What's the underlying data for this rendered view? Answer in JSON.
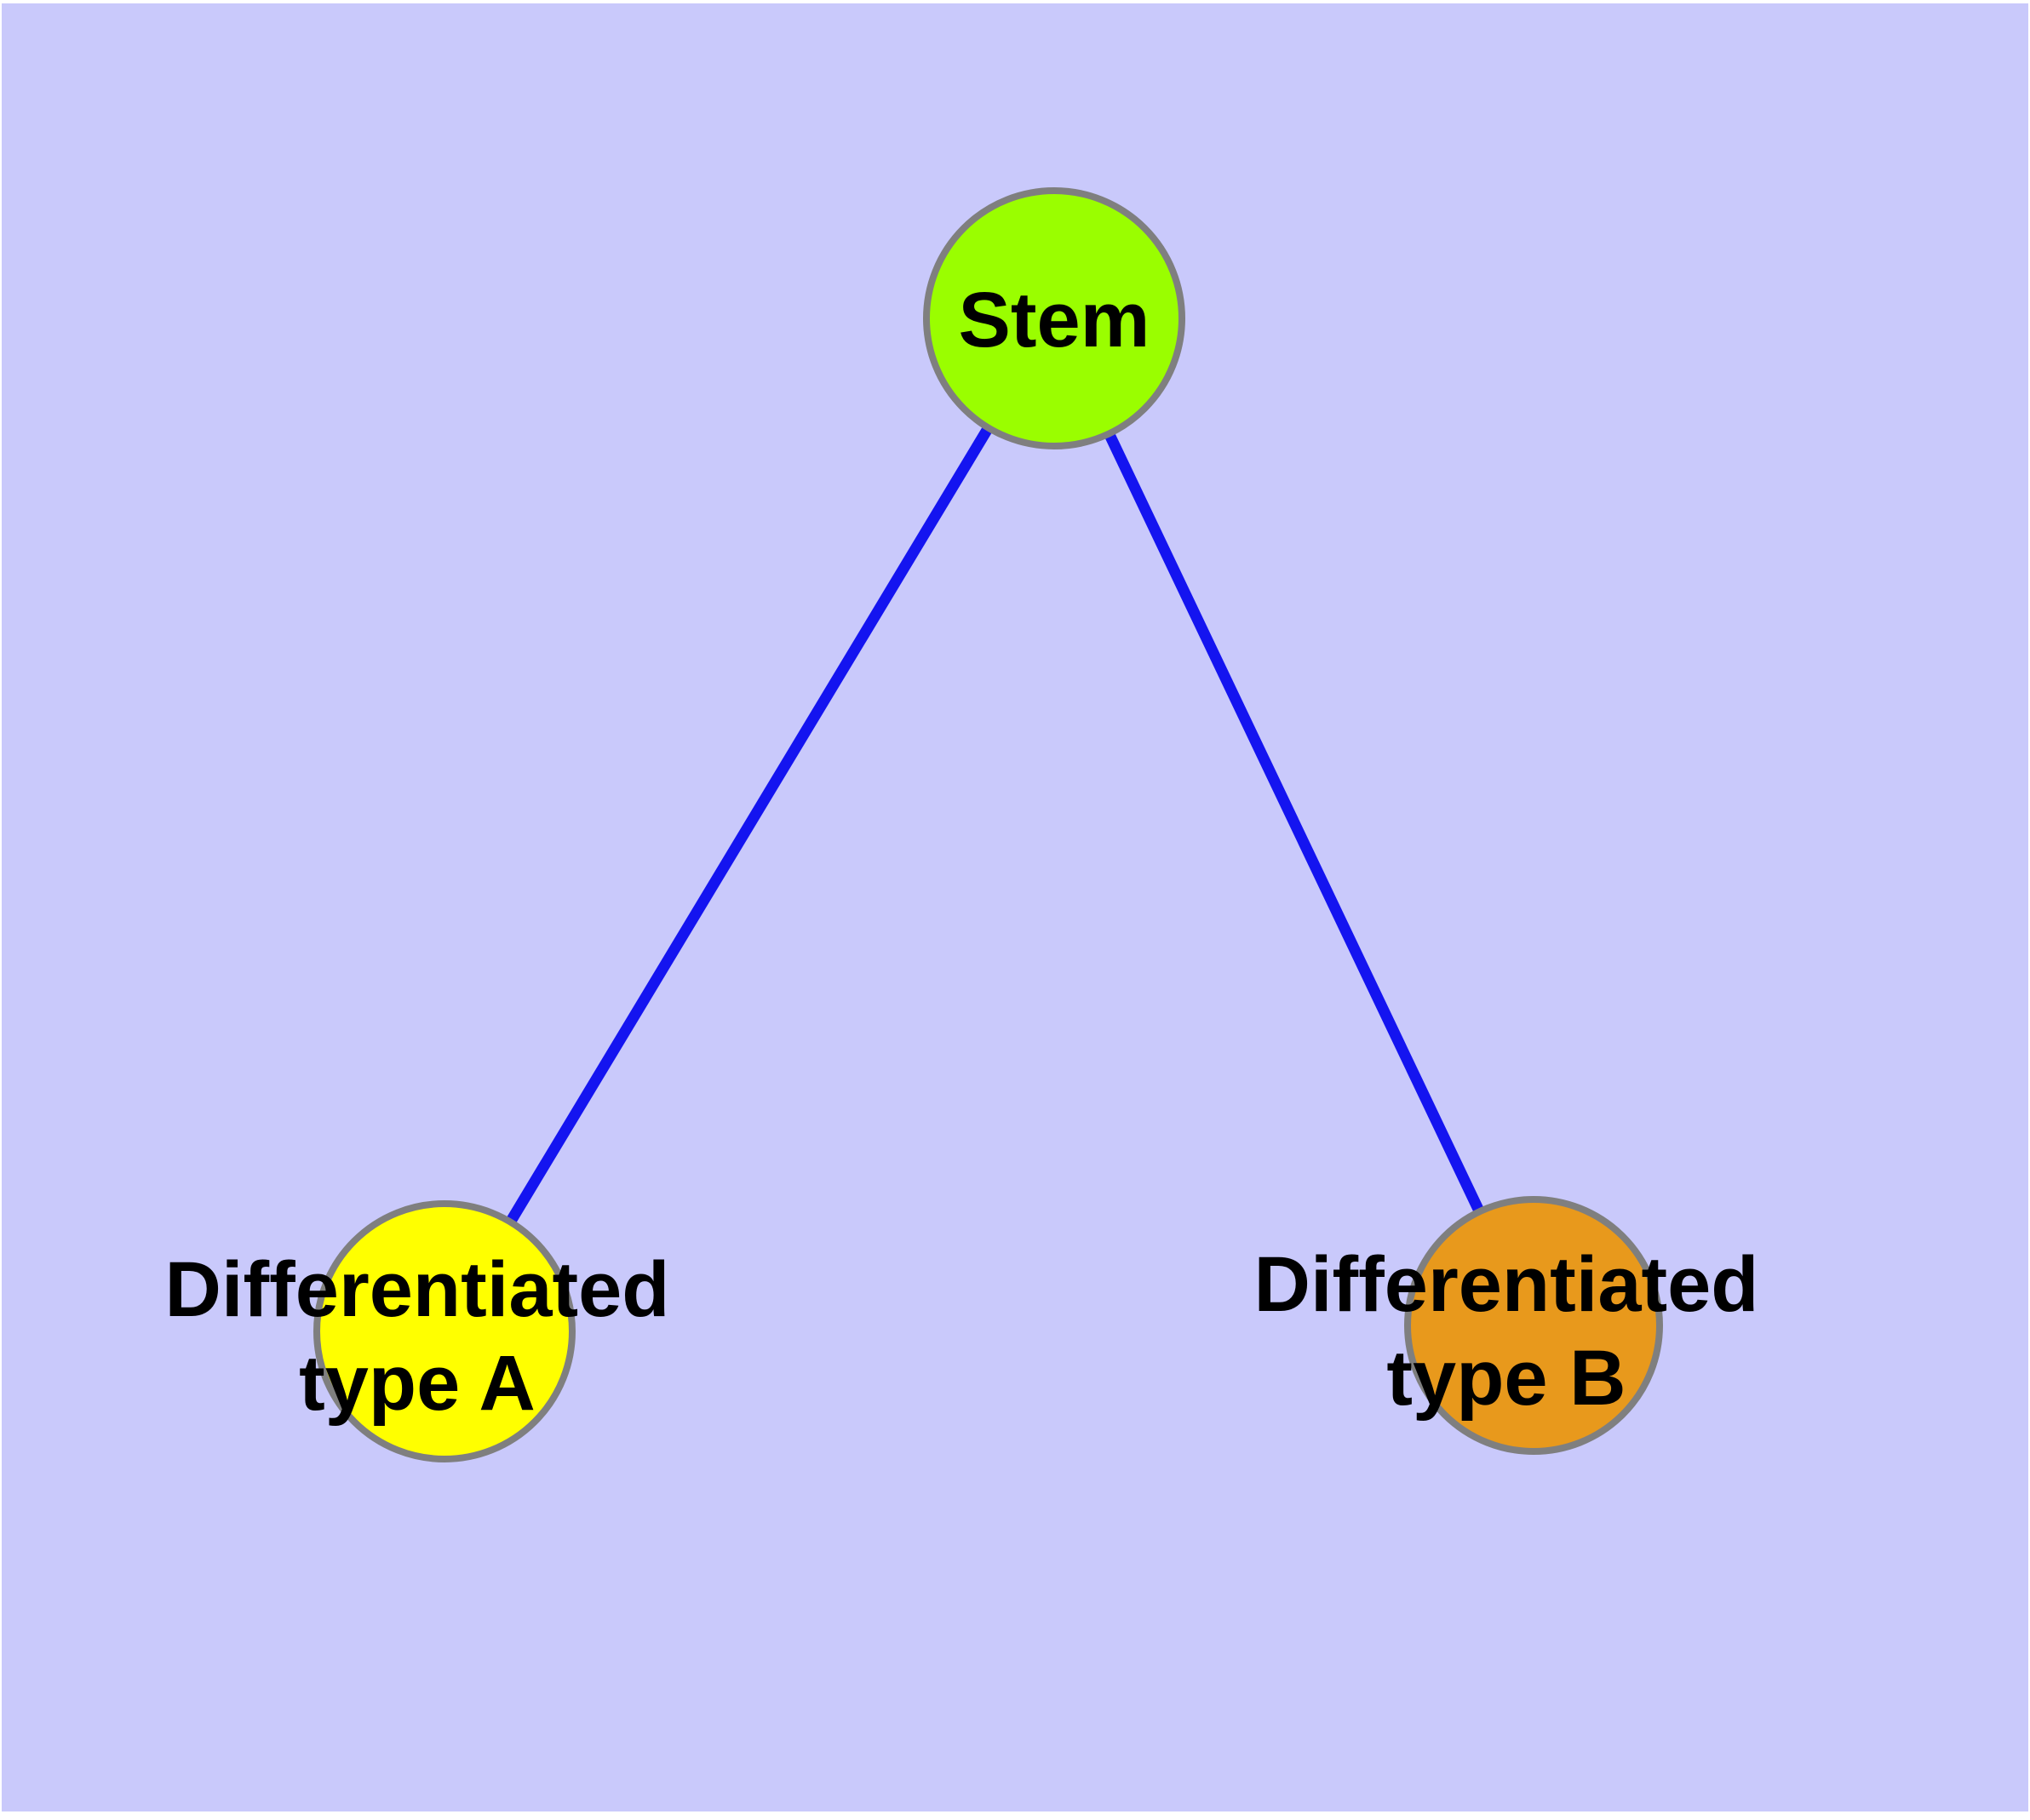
{
  "colors": {
    "page_edge": "#FFFFFF",
    "background": "#C9C9FB",
    "edge": "#1414F0",
    "node_border": "#7F7F7F",
    "label_text": "#000000",
    "stem_fill": "#9AFE00",
    "type_a_fill": "#FFFF00",
    "type_b_fill": "#E8991C"
  },
  "nodes": {
    "stem": {
      "label": "Stem"
    },
    "type_a": {
      "label_line1": "Differentiated",
      "label_line2": "type A"
    },
    "type_b": {
      "label_line1": "Differentiated",
      "label_line2": "type B"
    }
  },
  "edges": [
    {
      "from": "Stem",
      "to": "Differentiated type A"
    },
    {
      "from": "Stem",
      "to": "Differentiated type B"
    }
  ]
}
